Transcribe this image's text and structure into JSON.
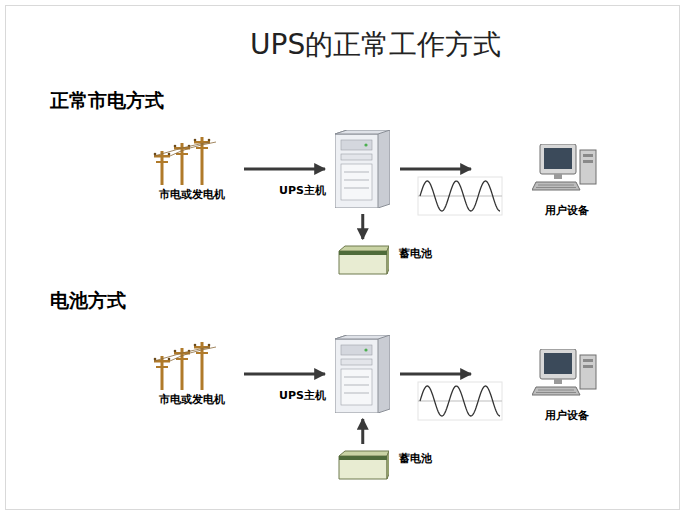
{
  "diagram": {
    "title": "UPS的正常工作方式",
    "nodes": [
      {
        "text": [
          "市电或发电机"
        ]
      },
      {
        "text": [
          "UPS主机"
        ]
      },
      {
        "text": [
          "用户设备"
        ]
      },
      {
        "text": [
          "蓄电池"
        ]
      },
      {
        "text": [
          "市电或发电机"
        ]
      },
      {
        "text": [
          "UPS主机"
        ]
      },
      {
        "text": [
          "用户设备"
        ]
      },
      {
        "text": [
          "蓄电池"
        ]
      }
    ],
    "edges": [
      {
        "from": 0,
        "to": 1,
        "arrow": "to"
      },
      {
        "from": 1,
        "to": 2,
        "arrow": "to"
      },
      {
        "from": 1,
        "to": 3,
        "arrow": "to"
      },
      {
        "from": 4,
        "to": 5,
        "arrow": "to"
      },
      {
        "from": 5,
        "to": 6,
        "arrow": "to"
      },
      {
        "from": 7,
        "to": 5,
        "arrow": "to"
      }
    ],
    "labels": [
      "正常市电方式",
      "电池方式"
    ]
  }
}
